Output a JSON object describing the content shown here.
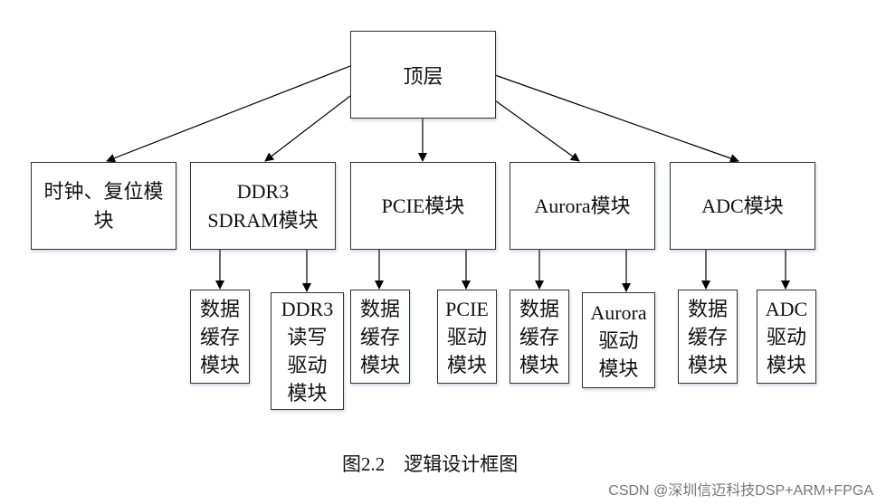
{
  "diagram": {
    "root": {
      "label": "顶层"
    },
    "modules": [
      {
        "label_lines": [
          "时钟、复位模",
          "块"
        ],
        "children": []
      },
      {
        "label_lines": [
          "DDR3",
          "SDRAM模块"
        ],
        "children": [
          {
            "label_lines": [
              "数据",
              "缓存",
              "模块"
            ]
          },
          {
            "label_lines": [
              "DDR3",
              "读写",
              "驱动",
              "模块"
            ]
          }
        ]
      },
      {
        "label_lines": [
          "PCIE模块"
        ],
        "children": [
          {
            "label_lines": [
              "数据",
              "缓存",
              "模块"
            ]
          },
          {
            "label_lines": [
              "PCIE",
              "驱动",
              "模块"
            ]
          }
        ]
      },
      {
        "label_lines": [
          "Aurora模块"
        ],
        "children": [
          {
            "label_lines": [
              "数据",
              "缓存",
              "模块"
            ]
          },
          {
            "label_lines": [
              "Aurora",
              "驱动",
              "模块"
            ]
          }
        ]
      },
      {
        "label_lines": [
          "ADC模块"
        ],
        "children": [
          {
            "label_lines": [
              "数据",
              "缓存",
              "模块"
            ]
          },
          {
            "label_lines": [
              "ADC",
              "驱动",
              "模块"
            ]
          }
        ]
      }
    ]
  },
  "caption": "图2.2    逻辑设计框图",
  "watermark": "CSDN @深圳信迈科技DSP+ARM+FPGA"
}
